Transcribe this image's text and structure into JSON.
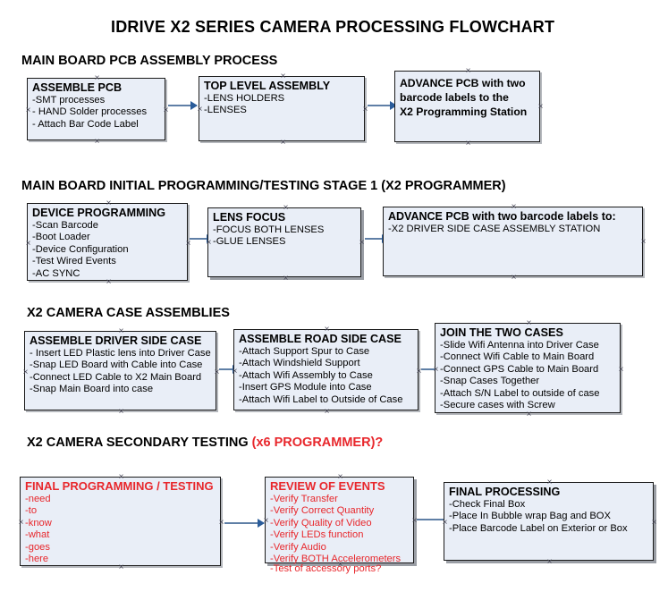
{
  "document": {
    "title": "IDRIVE X2  SERIES CAMERA PROCESSING FLOWCHART"
  },
  "colors": {
    "box_fill": "#e9eef7",
    "box_border": "#1a1a1a",
    "arrow": "#2a5c9a",
    "red_accent": "#e8272c",
    "text": "#000000",
    "background": "#ffffff"
  },
  "sections": [
    {
      "heading": "MAIN BOARD PCB ASSEMBLY PROCESS",
      "heading_red": "",
      "boxes": [
        {
          "title": "ASSEMBLE PCB",
          "lines": [
            "-SMT processes",
            "- HAND Solder processes",
            "- Attach Bar Code Label"
          ]
        },
        {
          "title": "TOP LEVEL ASSEMBLY",
          "lines": [
            "-LENS HOLDERS",
            "-LENSES"
          ]
        },
        {
          "title": "ADVANCE PCB with two",
          "lines": [
            "barcode labels to the",
            " X2 Programming Station"
          ]
        }
      ]
    },
    {
      "heading": "MAIN BOARD INITIAL PROGRAMMING/TESTING STAGE 1 (X2 PROGRAMMER)",
      "heading_red": "",
      "boxes": [
        {
          "title": "DEVICE PROGRAMMING",
          "lines": [
            "-Scan Barcode",
            "-Boot Loader",
            "-Device Configuration",
            "-Test Wired Events",
            "-AC SYNC"
          ]
        },
        {
          "title": "LENS FOCUS",
          "lines": [
            "-FOCUS BOTH LENSES",
            "-GLUE LENSES"
          ]
        },
        {
          "title": "ADVANCE PCB with two barcode labels to:",
          "lines": [
            "-X2 DRIVER  SIDE  CASE  ASSEMBLY STATION"
          ]
        }
      ]
    },
    {
      "heading": "X2 CAMERA CASE ASSEMBLIES",
      "heading_red": "",
      "boxes": [
        {
          "title": "ASSEMBLE DRIVER SIDE CASE",
          "lines": [
            "- Insert LED Plastic lens into Driver Case",
            "-Snap LED Board with Cable into Case",
            "-Connect LED Cable to X2 Main Board",
            "-Snap Main Board into case"
          ]
        },
        {
          "title": "ASSEMBLE ROAD SIDE CASE",
          "lines": [
            "-Attach Support Spur to Case",
            "-Attach Windshield Support",
            "-Attach Wifi Assembly to Case",
            "-Insert GPS Module into Case",
            "-Attach Wifi Label to Outside of Case"
          ]
        },
        {
          "title": "JOIN THE TWO CASES",
          "lines": [
            "-Slide Wifi Antenna into Driver Case",
            "-Connect Wifi Cable to Main Board",
            "-Connect GPS Cable to Main Board",
            "-Snap Cases Together",
            "-Attach S/N Label to outside of case",
            "-Secure cases with Screw"
          ]
        }
      ]
    },
    {
      "heading": "X2 CAMERA SECONDARY TESTING ",
      "heading_red": "(x6 PROGRAMMER)?",
      "boxes": [
        {
          "title": "FINAL PROGRAMMING / TESTING",
          "lines": [
            "-need",
            "-to",
            "-know",
            "-what",
            "-goes",
            "-here"
          ]
        },
        {
          "title": "REVIEW OF EVENTS",
          "lines": [
            "-Verify Transfer",
            "-Verify Correct Quantity",
            "-Verify Quality of Video",
            "-Verify LEDs function",
            "-Verify Audio",
            "-Verify BOTH Accelerometers"
          ],
          "overflow_line": "-Test of accessory ports?"
        },
        {
          "title": "FINAL PROCESSING",
          "lines": [
            " -Check Final Box",
            "-Place In Bubble wrap Bag and BOX",
            "-Place Barcode Label on Exterior or Box"
          ]
        }
      ]
    }
  ]
}
